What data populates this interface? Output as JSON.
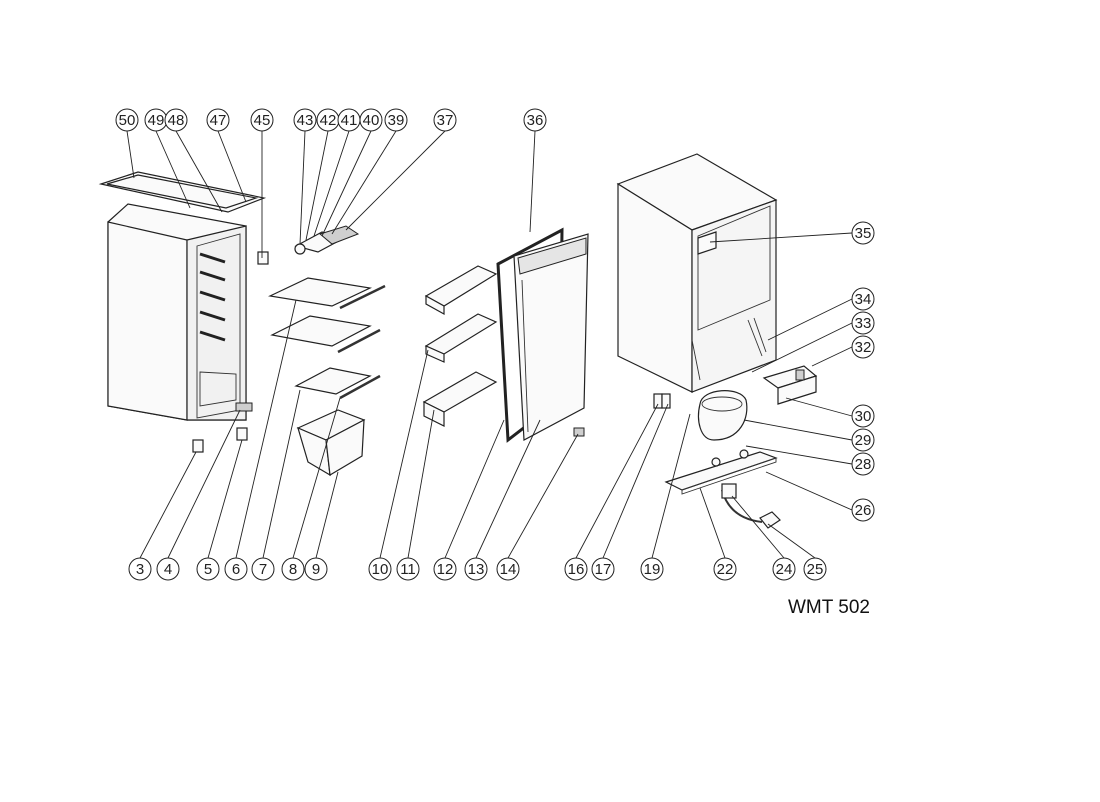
{
  "model_label": "WMT 502",
  "callouts": [
    "50",
    "49",
    "48",
    "47",
    "45",
    "43",
    "42",
    "41",
    "40",
    "39",
    "37",
    "36",
    "35",
    "34",
    "33",
    "32",
    "30",
    "29",
    "28",
    "26",
    "3",
    "4",
    "5",
    "6",
    "7",
    "8",
    "9",
    "10",
    "11",
    "12",
    "13",
    "14",
    "16",
    "17",
    "19",
    "22",
    "24",
    "25"
  ]
}
